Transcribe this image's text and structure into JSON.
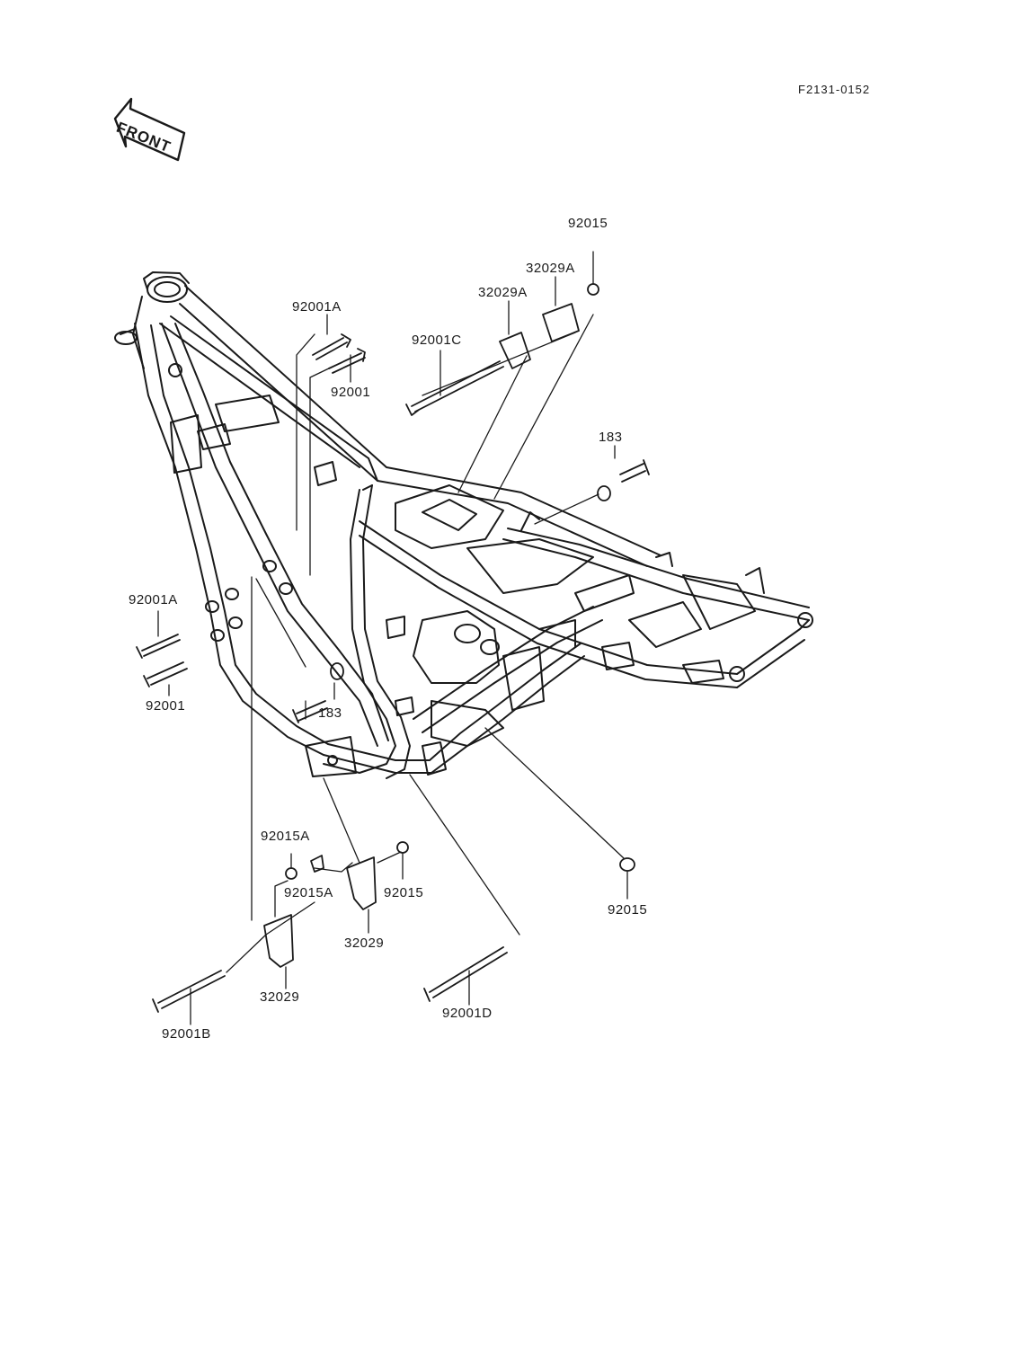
{
  "document": {
    "number": "F2131-0152",
    "front_label": "FRONT"
  },
  "labels": [
    {
      "id": "l1",
      "text": "92015"
    },
    {
      "id": "l2",
      "text": "32029A"
    },
    {
      "id": "l3",
      "text": "32029A"
    },
    {
      "id": "l4",
      "text": "92001A"
    },
    {
      "id": "l5",
      "text": "92001C"
    },
    {
      "id": "l6",
      "text": "92001"
    },
    {
      "id": "l7",
      "text": "183"
    },
    {
      "id": "l8",
      "text": "92001A"
    },
    {
      "id": "l9",
      "text": "92001"
    },
    {
      "id": "l10",
      "text": "183"
    },
    {
      "id": "l11",
      "text": "92015A"
    },
    {
      "id": "l12",
      "text": "92015A"
    },
    {
      "id": "l13",
      "text": "92015"
    },
    {
      "id": "l14",
      "text": "92015"
    },
    {
      "id": "l15",
      "text": "32029"
    },
    {
      "id": "l16",
      "text": "32029"
    },
    {
      "id": "l17",
      "text": "92001B"
    },
    {
      "id": "l18",
      "text": "92001D"
    }
  ]
}
